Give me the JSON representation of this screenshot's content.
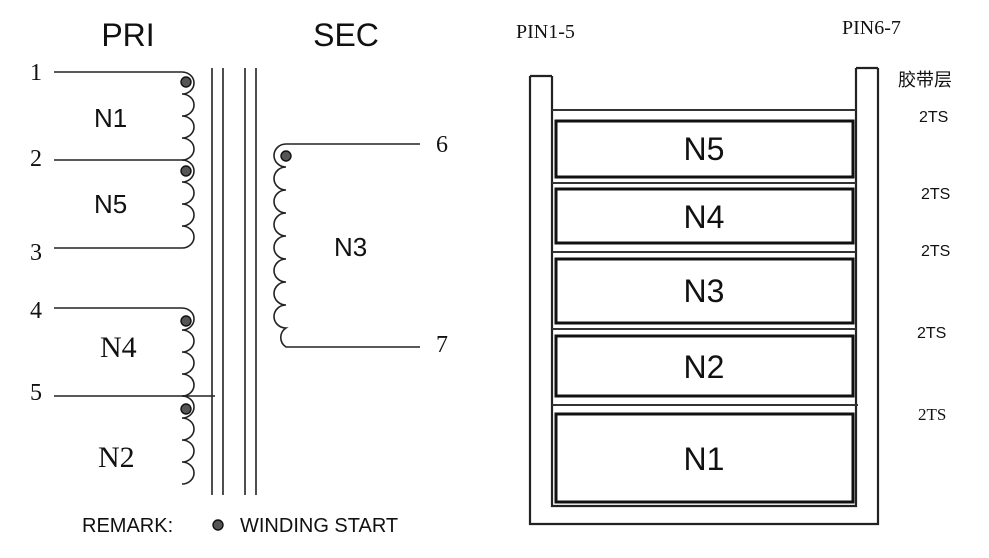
{
  "schematic": {
    "pri_title": "PRI",
    "sec_title": "SEC",
    "pins": [
      "1",
      "2",
      "3",
      "4",
      "5",
      "6",
      "7"
    ],
    "windings": [
      "N1",
      "N5",
      "N4",
      "N2",
      "N3"
    ],
    "remark_label": "REMARK:",
    "remark_text": "WINDING START"
  },
  "layers": {
    "pin_left": "PIN1-5",
    "pin_right": "PIN6-7",
    "tape_label": "胶带层",
    "stack": [
      "N5",
      "N4",
      "N3",
      "N2",
      "N1"
    ],
    "tape_values": [
      "2TS",
      "2TS",
      "2TS",
      "2TS",
      "2TS"
    ]
  },
  "colors": {
    "ink": "#111111",
    "dot": "#555555",
    "line": "#222222"
  }
}
